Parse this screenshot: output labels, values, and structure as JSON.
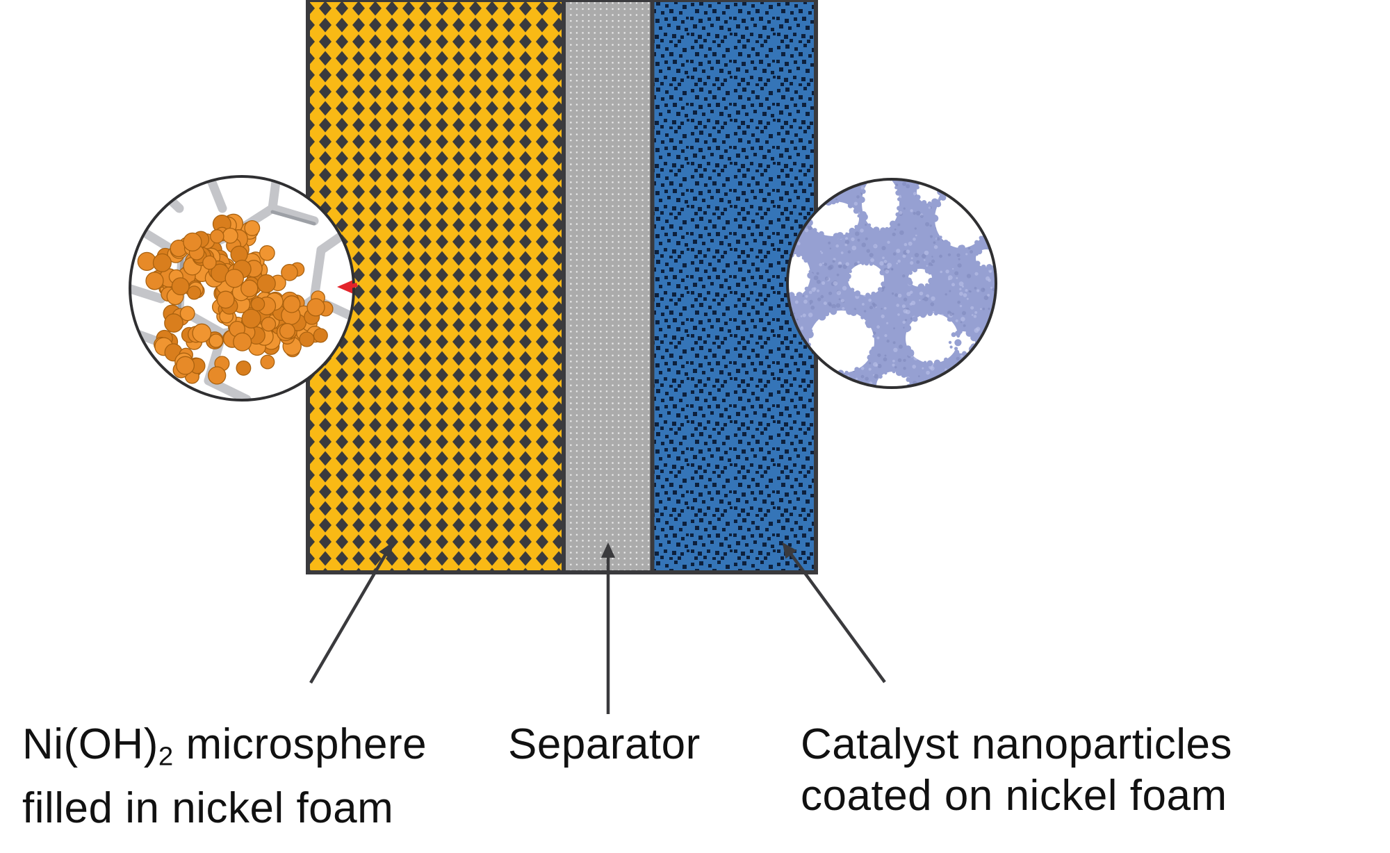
{
  "figure": {
    "description": "Schematic cross-section of an electrochemical cell stack with two zoom-in insets",
    "layers": [
      {
        "id": "anode",
        "pattern": "dark-diamonds-on-yellow",
        "fill": "#F9B915"
      },
      {
        "id": "separator",
        "pattern": "white-dots-on-gray",
        "fill": "#ABABAB"
      },
      {
        "id": "cathode",
        "pattern": "dark-squares-on-blue",
        "fill": "#3575B8"
      }
    ],
    "insets": [
      {
        "id": "microsphere-inset",
        "depicts": "orange microspheres on gray nickel-foam branches"
      },
      {
        "id": "foam-inset",
        "depicts": "periwinkle porous nickel foam coated with catalyst nanoparticles"
      }
    ]
  },
  "labels": {
    "anode": {
      "formula": "Ni(OH)",
      "formula_sub": "2",
      "line1_rest": " microsphere",
      "line2": "filled in nickel foam"
    },
    "separator": {
      "text": "Separator"
    },
    "cathode": {
      "line1": "Catalyst nanoparticles",
      "line2": "coated on nickel foam"
    }
  },
  "colors": {
    "yellow": "#F9B915",
    "dark": "#3A3A3D",
    "gray": "#ABABAB",
    "gray_dot": "#EDEDED",
    "blue": "#3575B8",
    "blue_square": "#0D203C",
    "border": "#2F2F31",
    "branch": "#C4C5C9",
    "branch_shadow": "#9DA0A6",
    "sphere": "#E78A28",
    "sphere_light": "#F09531",
    "sphere_deep": "#D97E1D",
    "sphere_edge": "#A9610F",
    "foam": "#96A0D2",
    "foam_dark": "#7E88BC",
    "foam_light": "#BAC2EA",
    "red": "#E3242B",
    "text": "#111111"
  }
}
